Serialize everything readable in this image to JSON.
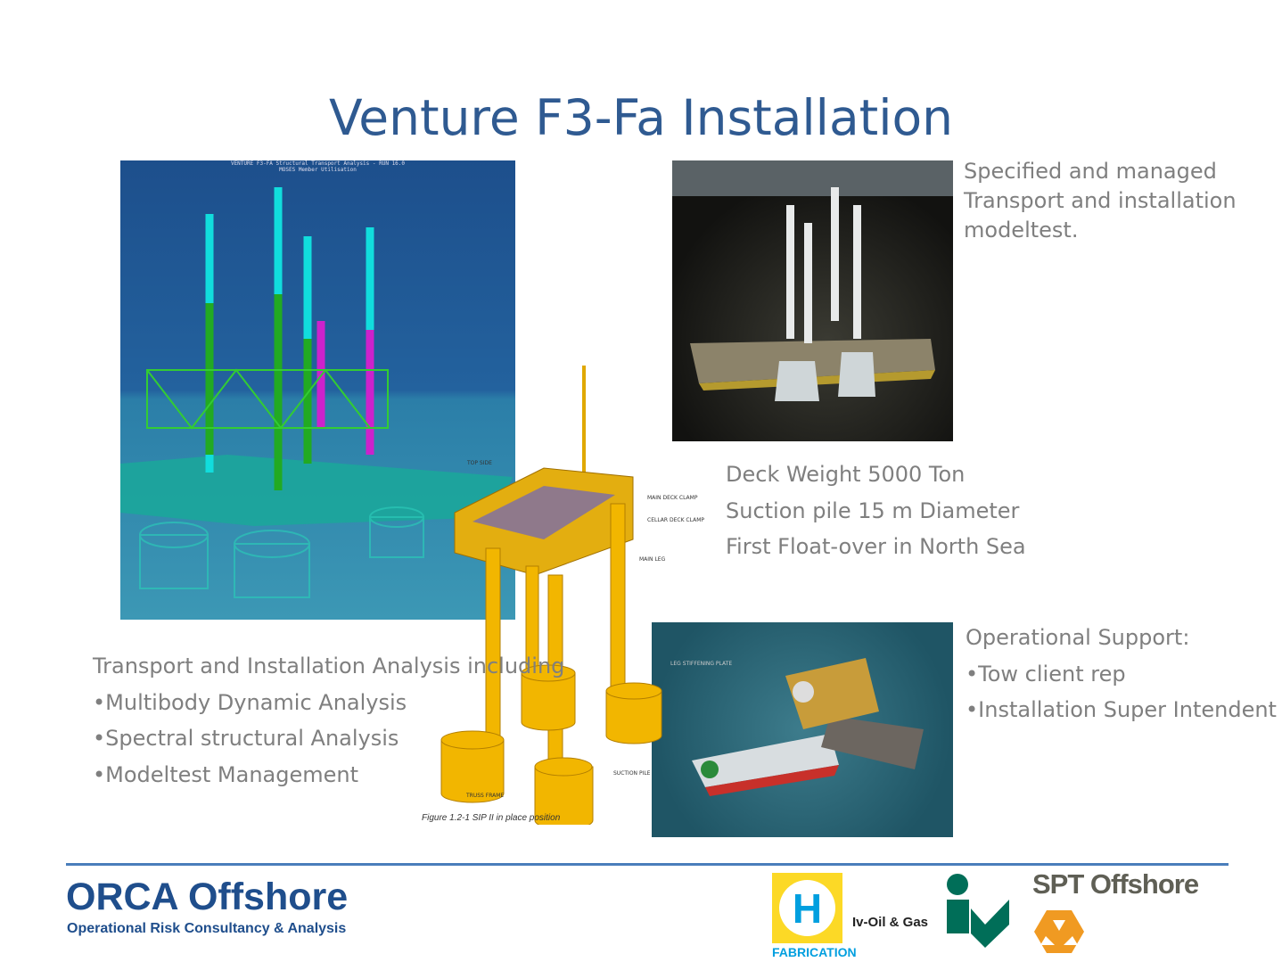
{
  "slide": {
    "title": "Venture F3-Fa Installation"
  },
  "moses_image": {
    "caption_line1": "VENTURE F3-FA Structural Transport Analysis - RUN 16.0",
    "caption_line2": "MOSES Member Utilisation"
  },
  "modeltest_text": [
    "Specified and managed",
    "Transport and installation",
    "modeltest."
  ],
  "specs": [
    "Deck Weight 5000 Ton",
    "Suction pile 15 m Diameter",
    "First Float-over in North Sea"
  ],
  "analysis": {
    "heading": "Transport and Installation Analysis including",
    "items": [
      "•Multibody Dynamic Analysis",
      "•Spectral structural Analysis",
      "•Modeltest Management"
    ]
  },
  "support": {
    "heading": "Operational Support:",
    "items": [
      "•Tow client rep",
      "•Installation Super Intendent"
    ]
  },
  "sip_figure": {
    "labels": {
      "top_side": "TOP SIDE",
      "main_deck_clamp": "MAIN DECK CLAMP",
      "cellar_deck_clamp": "CELLAR DECK CLAMP",
      "main_leg": "MAIN LEG",
      "leg_stiffening": "LEG STIFFENING PLATE",
      "suction_pile": "SUCTION PILE",
      "truss_frame": "TRUSS FRAME"
    },
    "caption": "Figure 1.2-1 SIP II in place position"
  },
  "footer": {
    "company": "ORCA Offshore",
    "tagline": "Operational Risk Consultancy & Analysis",
    "partners": {
      "h_letter": "H",
      "h_fabrication": "FABRICATION",
      "iv": "Iv-Oil & Gas",
      "spt": "SPT Offshore"
    },
    "colors": {
      "rule": "#4a7ebb",
      "orca": "#1f4e8c",
      "title": "#2f5a91",
      "body_text": "#7f7f7f"
    }
  }
}
